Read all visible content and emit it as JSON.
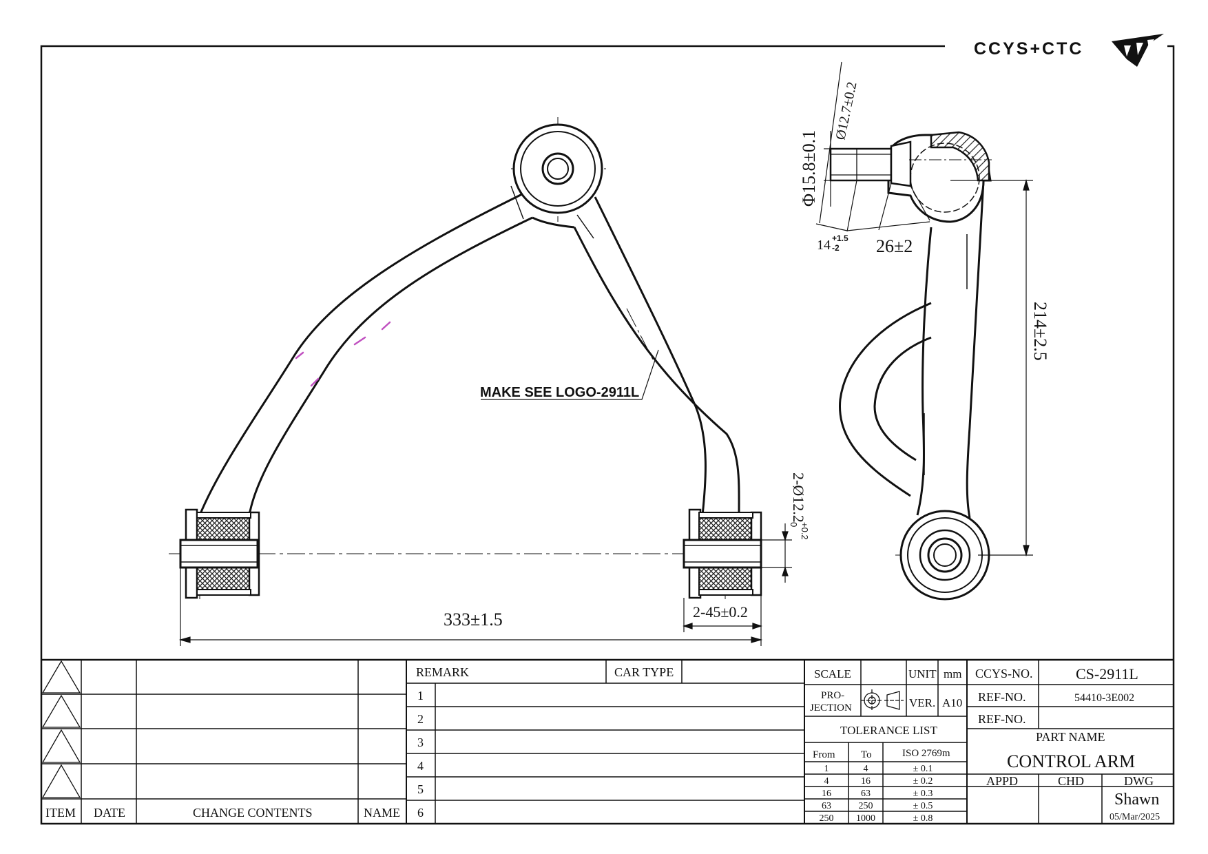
{
  "brand": {
    "logo_text": "CCYS+CTC"
  },
  "drawing": {
    "note": "MAKE SEE LOGO-2911L",
    "dimensions": {
      "overall_length": "333±1.5",
      "bushing_width": "2-45±0.2",
      "bushing_bore": "2-Ø12.2",
      "bushing_bore_tol_upper": "+0.2",
      "bushing_bore_tol_lower": "0",
      "stud_dia": "Φ15.8±0.1",
      "taper_dia": "Ø12.7±0.2",
      "thread_len": "14",
      "thread_len_tol_upper": "+1.5",
      "thread_len_tol_lower": "-2",
      "stud_len": "26±2",
      "height": "214±2.5"
    }
  },
  "title_block": {
    "revision_table": {
      "headers": [
        "ITEM",
        "DATE",
        "CHANGE CONTENTS",
        "NAME"
      ],
      "rows": 4
    },
    "remark": {
      "label": "REMARK",
      "car_type_label": "CAR TYPE",
      "car_type_value": "",
      "lines": [
        "1",
        "2",
        "3",
        "4",
        "5",
        "6"
      ]
    },
    "scale_label": "SCALE",
    "scale_value": "",
    "unit_label": "UNIT",
    "unit_value": "mm",
    "projection_label_1": "PRO-",
    "projection_label_2": "JECTION",
    "ver_label": "VER.",
    "ver_value": "A10",
    "tolerance": {
      "title": "TOLERANCE LIST",
      "headers": [
        "From",
        "To",
        "ISO 2769m"
      ],
      "rows": [
        [
          "1",
          "4",
          "± 0.1"
        ],
        [
          "4",
          "16",
          "± 0.2"
        ],
        [
          "16",
          "63",
          "± 0.3"
        ],
        [
          "63",
          "250",
          "± 0.5"
        ],
        [
          "250",
          "1000",
          "± 0.8"
        ]
      ]
    },
    "ccys_no_label": "CCYS-NO.",
    "ccys_no_value": "CS-2911L",
    "ref_no_label": "REF-NO.",
    "ref_no_value": "54410-3E002",
    "ref_no_2_label": "REF-NO.",
    "ref_no_2_value": "",
    "part_name_label": "PART NAME",
    "part_name_value": "CONTROL ARM",
    "appd_label": "APPD",
    "chd_label": "CHD",
    "dwg_label": "DWG",
    "dwg_name": "Shawn",
    "dwg_date": "05/Mar/2025"
  }
}
